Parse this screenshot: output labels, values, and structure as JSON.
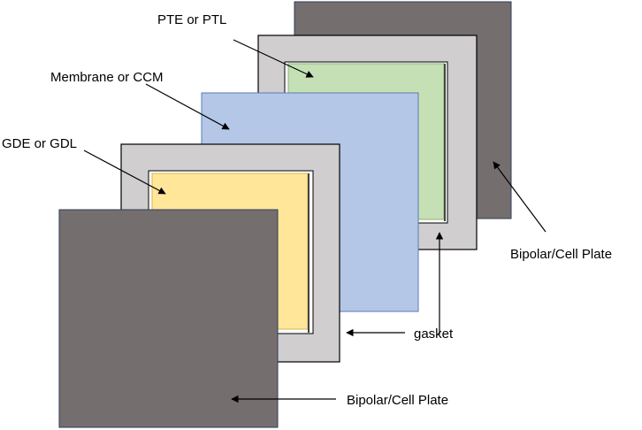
{
  "labels": {
    "pte": "PTE or PTL",
    "membrane": "Membrane or CCM",
    "gde": "GDE or GDL",
    "plate_top": "Bipolar/Cell Plate",
    "gasket": "gasket",
    "plate_bottom": "Bipolar/Cell Plate"
  },
  "colors": {
    "plate": "#756e6e",
    "gasket": "#d0cece",
    "pte": "#c5e0b4",
    "membrane": "#b4c7e7",
    "gde": "#ffe699",
    "edge": "#000000"
  }
}
